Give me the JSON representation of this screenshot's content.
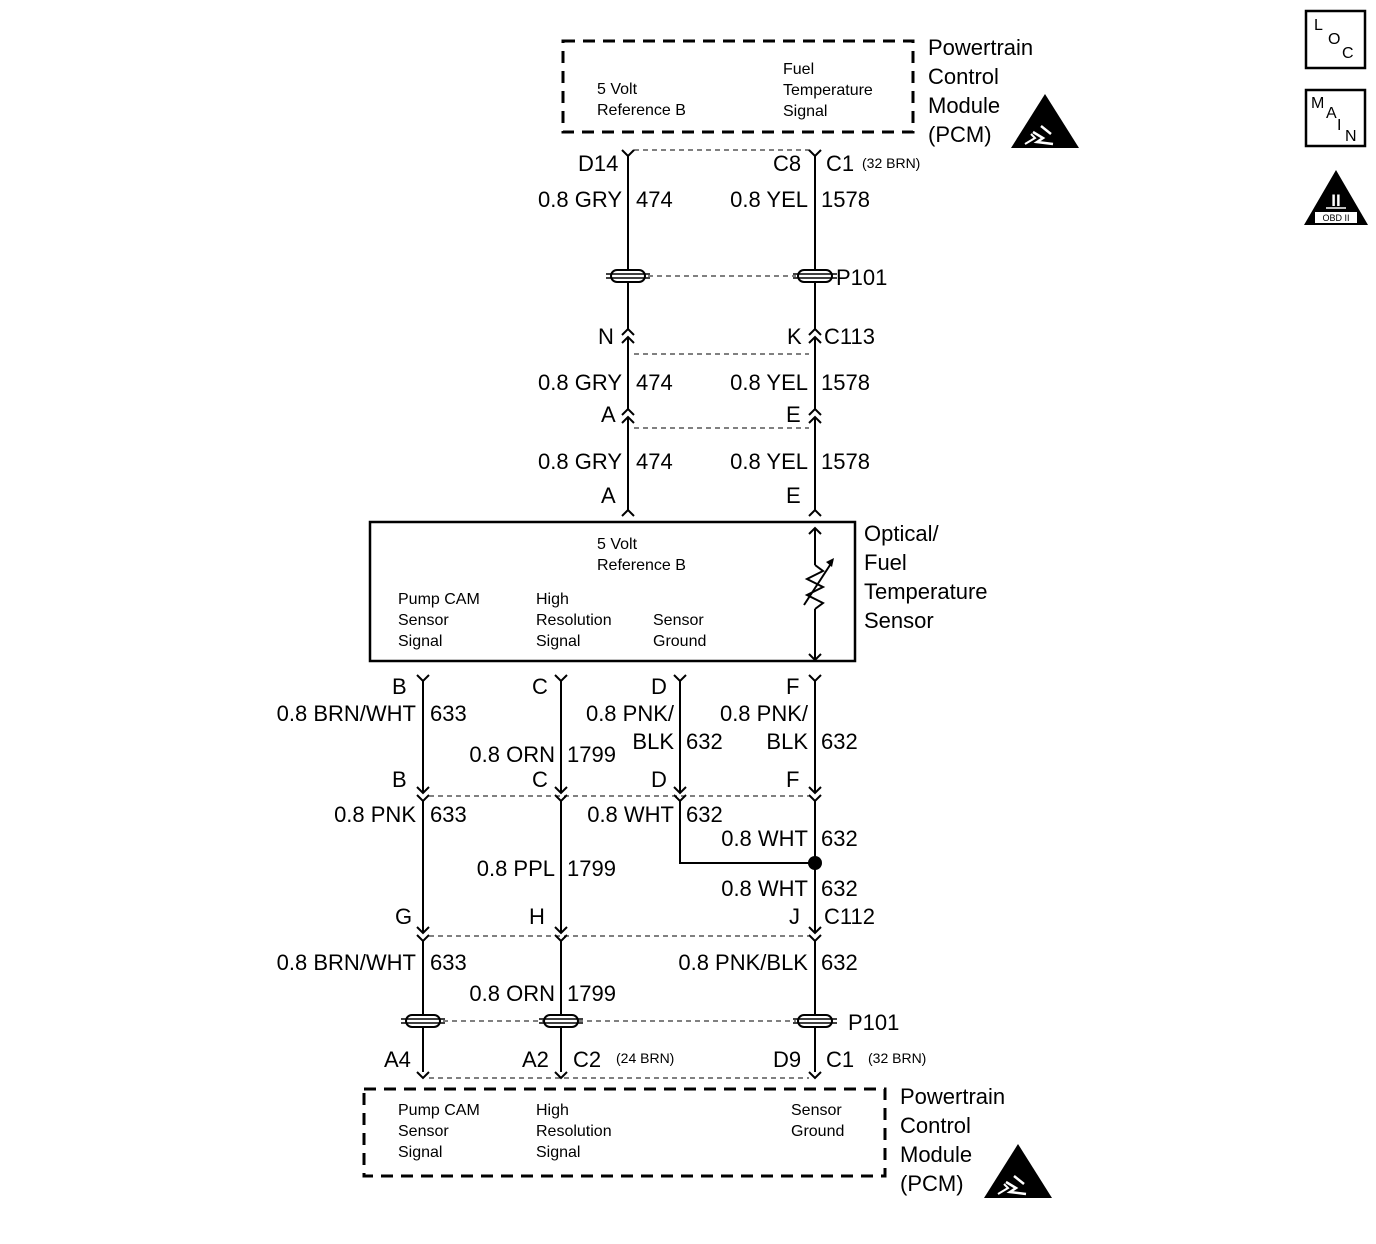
{
  "pcm_top": {
    "name_lines": [
      "Powertrain",
      "Control",
      "Module",
      "(PCM)"
    ],
    "circuit_a_lines": [
      "5 Volt",
      "Reference B"
    ],
    "circuit_b_lines": [
      "Fuel",
      "Temperature",
      "Signal"
    ],
    "pin_left": "D14",
    "pin_right": "C8",
    "connector": "C1",
    "connector_note": "(32 BRN)"
  },
  "upper_wires": {
    "left_wire_1": "0.8 GRY",
    "left_circuit_1": "474",
    "right_wire_1": "0.8 YEL",
    "right_circuit_1": "1578",
    "pass_through_top": "P101",
    "pin_n": "N",
    "pin_k": "K",
    "connector_c113": "C113",
    "left_wire_2": "0.8 GRY",
    "left_circuit_2": "474",
    "right_wire_2": "0.8 YEL",
    "right_circuit_2": "1578",
    "pin_a_1": "A",
    "pin_e_1": "E",
    "left_wire_3": "0.8 GRY",
    "left_circuit_3": "474",
    "right_wire_3": "0.8 YEL",
    "right_circuit_3": "1578",
    "pin_a_2": "A",
    "pin_e_2": "E"
  },
  "sensor": {
    "name_lines": [
      "Optical/",
      "Fuel",
      "Temperature",
      "Sensor"
    ],
    "ref_lines": [
      "5 Volt",
      "Reference B"
    ],
    "pump_lines": [
      "Pump CAM",
      "Sensor",
      "Signal"
    ],
    "hires_lines": [
      "High",
      "Resolution",
      "Signal"
    ],
    "ground_lines": [
      "Sensor",
      "Ground"
    ]
  },
  "lower_wires": {
    "pin_b_1": "B",
    "pin_c_1": "C",
    "pin_d_1": "D",
    "pin_f_1": "F",
    "b_wire_1": "0.8 BRN/WHT",
    "b_circuit_1": "633",
    "c_wire_1": "0.8 ORN",
    "c_circuit_1": "1799",
    "d_wire_1a": "0.8 PNK/",
    "d_wire_1b": "BLK",
    "d_circuit_1": "632",
    "f_wire_1a": "0.8 PNK/",
    "f_wire_1b": "BLK",
    "f_circuit_1": "632",
    "pin_b_2": "B",
    "pin_c_2": "C",
    "pin_d_2": "D",
    "pin_f_2": "F",
    "b_wire_2": "0.8 PNK",
    "b_circuit_2": "633",
    "d_wire_2": "0.8 WHT",
    "d_circuit_2": "632",
    "f_wire_2": "0.8 WHT",
    "f_circuit_2": "632",
    "c_wire_2": "0.8 PPL",
    "c_circuit_2": "1799",
    "f_wire_3": "0.8 WHT",
    "f_circuit_3": "632",
    "pin_g": "G",
    "pin_h": "H",
    "pin_j": "J",
    "connector_c112": "C112",
    "b_wire_3": "0.8 BRN/WHT",
    "b_circuit_3": "633",
    "f_wire_4": "0.8 PNK/BLK",
    "f_circuit_4": "632",
    "c_wire_3": "0.8 ORN",
    "c_circuit_3": "1799",
    "pass_through_bottom": "P101",
    "pin_a4": "A4",
    "pin_a2": "A2",
    "connector_c2": "C2",
    "connector_c2_note": "(24 BRN)",
    "pin_d9": "D9",
    "connector_c1": "C1",
    "connector_c1_note": "(32 BRN)"
  },
  "pcm_bottom": {
    "name_lines": [
      "Powertrain",
      "Control",
      "Module",
      "(PCM)"
    ],
    "pump_lines": [
      "Pump CAM",
      "Sensor",
      "Signal"
    ],
    "hires_lines": [
      "High",
      "Resolution",
      "Signal"
    ],
    "ground_lines": [
      "Sensor",
      "Ground"
    ]
  },
  "icons": {
    "loc": [
      "L",
      "O",
      "C"
    ],
    "main": [
      "M",
      "A",
      "I",
      "N"
    ],
    "obd_numeral": "II",
    "obd_label": "OBD II",
    "esd": "esd-warning-icon"
  }
}
